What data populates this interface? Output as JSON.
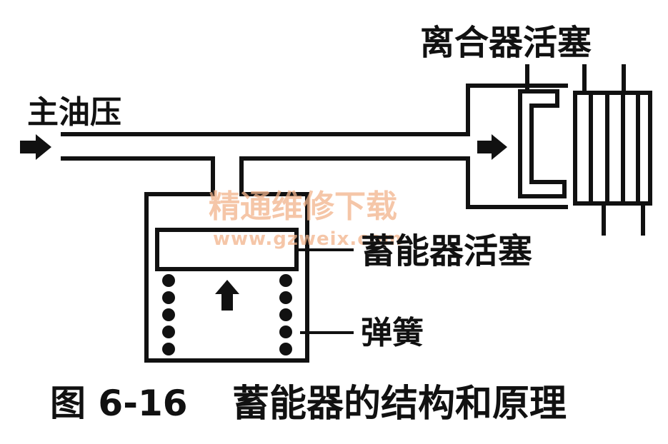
{
  "labels": {
    "main_oil_pressure": "主油压",
    "clutch_piston": "离合器活塞",
    "accumulator_piston": "蓄能器活塞",
    "spring": "弹簧"
  },
  "caption": {
    "number": "图 6-16",
    "title": "蓄能器的结构和原理"
  },
  "watermark": {
    "line1": "精通维修下载",
    "line2": "www.gzweix.com"
  },
  "colors": {
    "ink": "#111111",
    "watermark": "#f2b48c",
    "background": "#ffffff"
  }
}
